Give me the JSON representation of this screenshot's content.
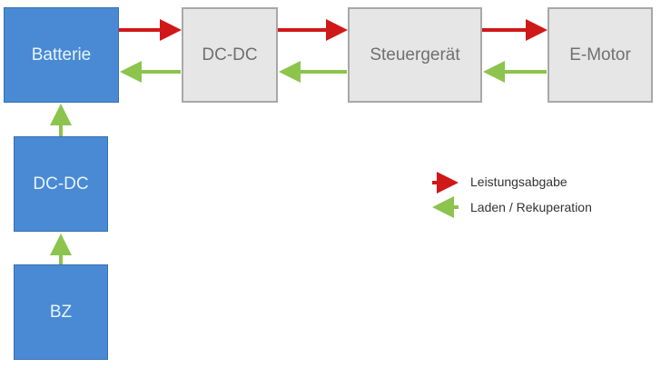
{
  "nodes": {
    "batterie": "Batterie",
    "dcdc_top": "DC-DC",
    "steuergeraet": "Steuergerät",
    "emotor": "E-Motor",
    "dcdc_left": "DC-DC",
    "bz": "BZ"
  },
  "legend": {
    "power": "Leistungsabgabe",
    "charge": "Laden / Rekuperation"
  },
  "colors": {
    "blue": "#4a8ad4",
    "gray": "#e6e6e6",
    "red": "#d01818",
    "green": "#8cc44e"
  }
}
